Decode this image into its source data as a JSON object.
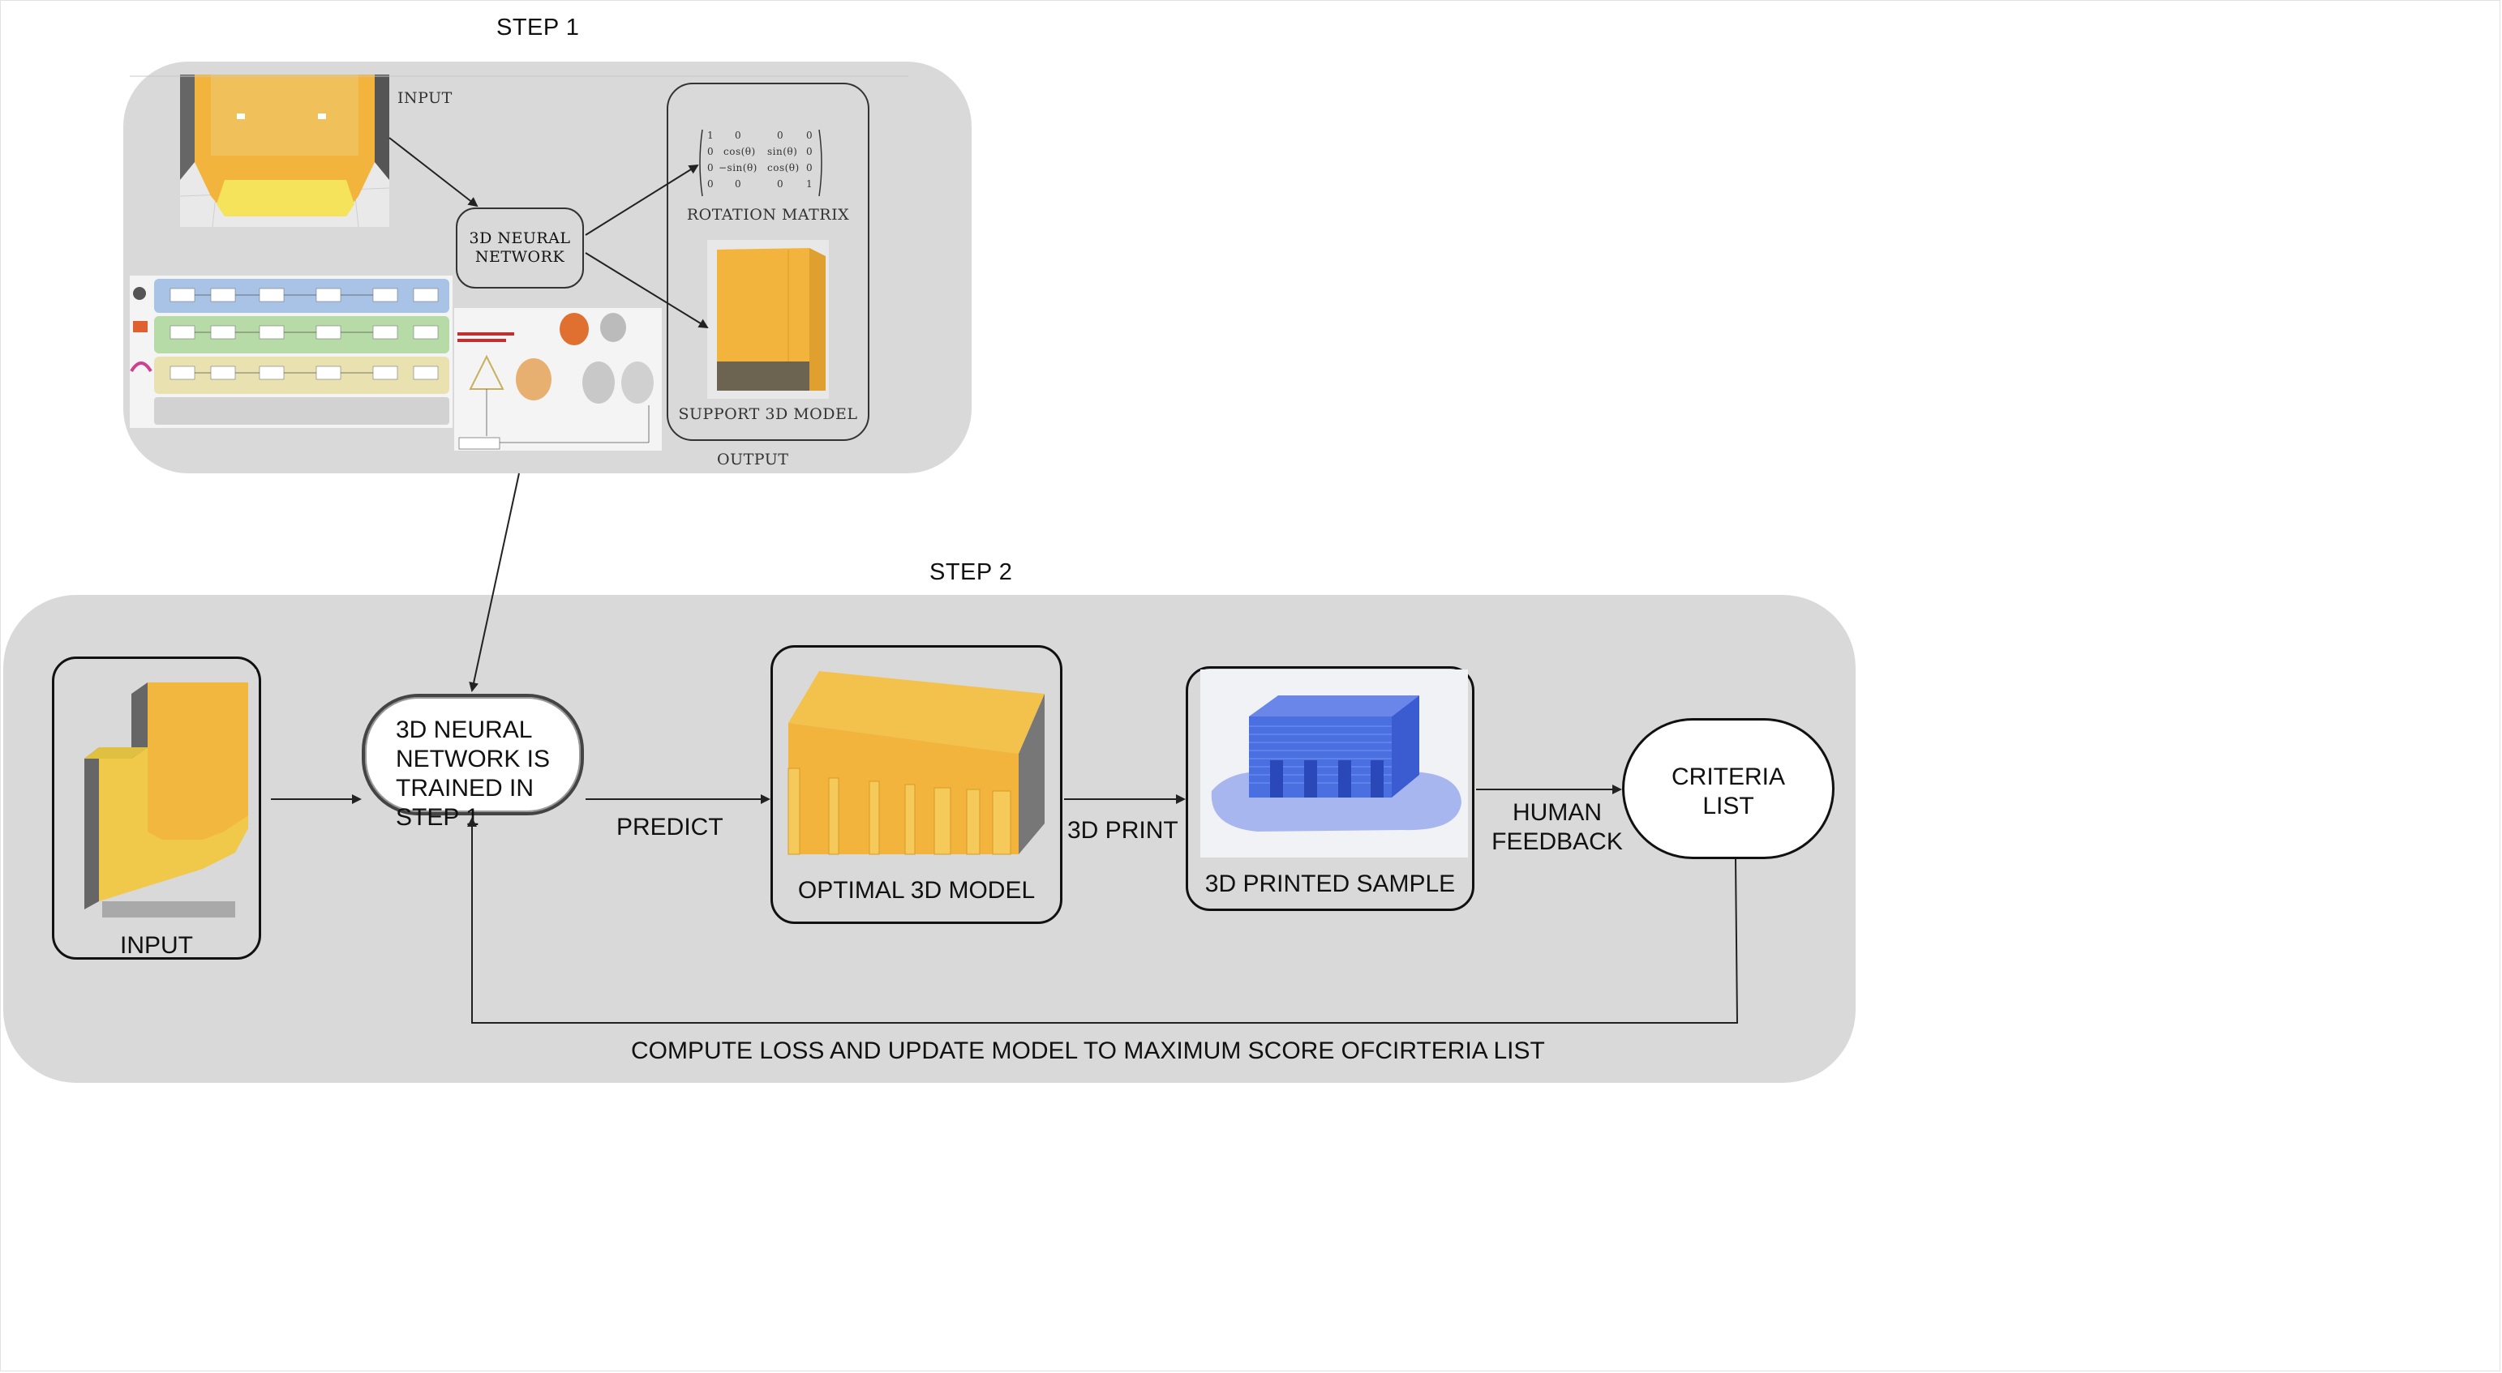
{
  "step1": {
    "title": "STEP 1",
    "input_label": "INPUT",
    "nn_label_line1": "3D NEURAL",
    "nn_label_line2": "NETWORK",
    "rotation_label": "ROTATION MATRIX",
    "support_label": "SUPPORT 3D MODEL",
    "output_label": "OUTPUT",
    "matrix": {
      "row1": [
        "1",
        "0",
        "0",
        "0"
      ],
      "row2": [
        "0",
        "cos(θ)",
        "sin(θ)",
        "0"
      ],
      "row3": [
        "0",
        "−sin(θ)",
        "cos(θ)",
        "0"
      ],
      "row4": [
        "0",
        "0",
        "0",
        "1"
      ]
    }
  },
  "step2": {
    "title": "STEP 2",
    "input_label": "INPUT",
    "nn_line1": "3D NEURAL",
    "nn_line2": "NETWORK IS",
    "nn_line3": "TRAINED IN",
    "nn_line4": "STEP 1",
    "predict_label": "PREDICT",
    "optimal_label": "OPTIMAL 3D MODEL",
    "print_label": "3D PRINT",
    "printed_label": "3D PRINTED SAMPLE",
    "feedback_line1": "HUMAN",
    "feedback_line2": "FEEDBACK",
    "criteria_line1": "CRITERIA",
    "criteria_line2": "LIST",
    "loss_label": "COMPUTE LOSS AND UPDATE MODEL TO MAXIMUM SCORE OFCIRTERIA LIST"
  },
  "colors": {
    "panel_grey": "#d9d9d9",
    "model_yellow": "#f2b43c",
    "model_light_yellow": "#f5e35b",
    "print_blue": "#4a6fe0"
  }
}
